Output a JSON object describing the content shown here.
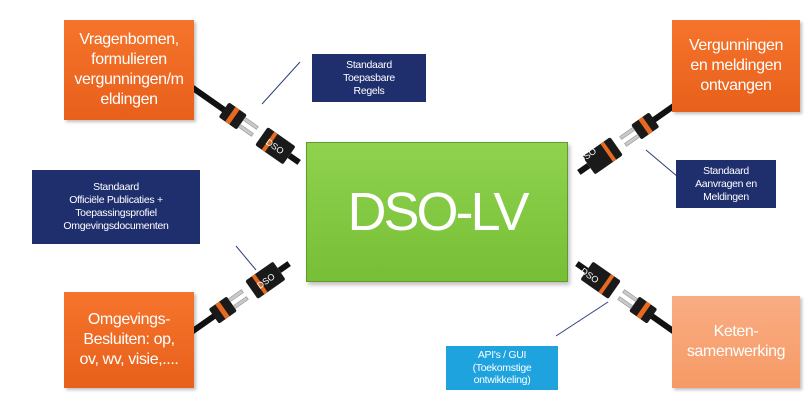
{
  "center": {
    "label": "DSO-LV"
  },
  "boxes": {
    "top_left": "Vragenbomen,\nformulieren\nvergunningen/m\neldingen",
    "top_right": "Vergunningen\nen meldingen\nontvangen",
    "bottom_left": "Omgevings-\nBesluiten:  op,\nov, wv, visie,....",
    "bottom_right": "Keten-\nsamenwerking"
  },
  "standards": {
    "toepasbare_regels": "Standaard\nToepasbare\nRegels",
    "aanvragen_meldingen": "Standaard\nAanvragen en\nMeldingen",
    "officiele_publicaties": "Standaard\nOfficiële Publicaties +\nToepassingsprofiel\nOmgevingsdocumenten",
    "apis_gui": "API's / GUI\n(Toekomstige\nontwikkeling)"
  },
  "connector_label": "DSO",
  "colors": {
    "orange": "#ee6a22",
    "light_orange": "#f7a474",
    "navy": "#1f2f6e",
    "sky_blue": "#1ea3df",
    "green": "#82c842"
  },
  "icons": [
    "plug-icon",
    "socket-icon"
  ]
}
